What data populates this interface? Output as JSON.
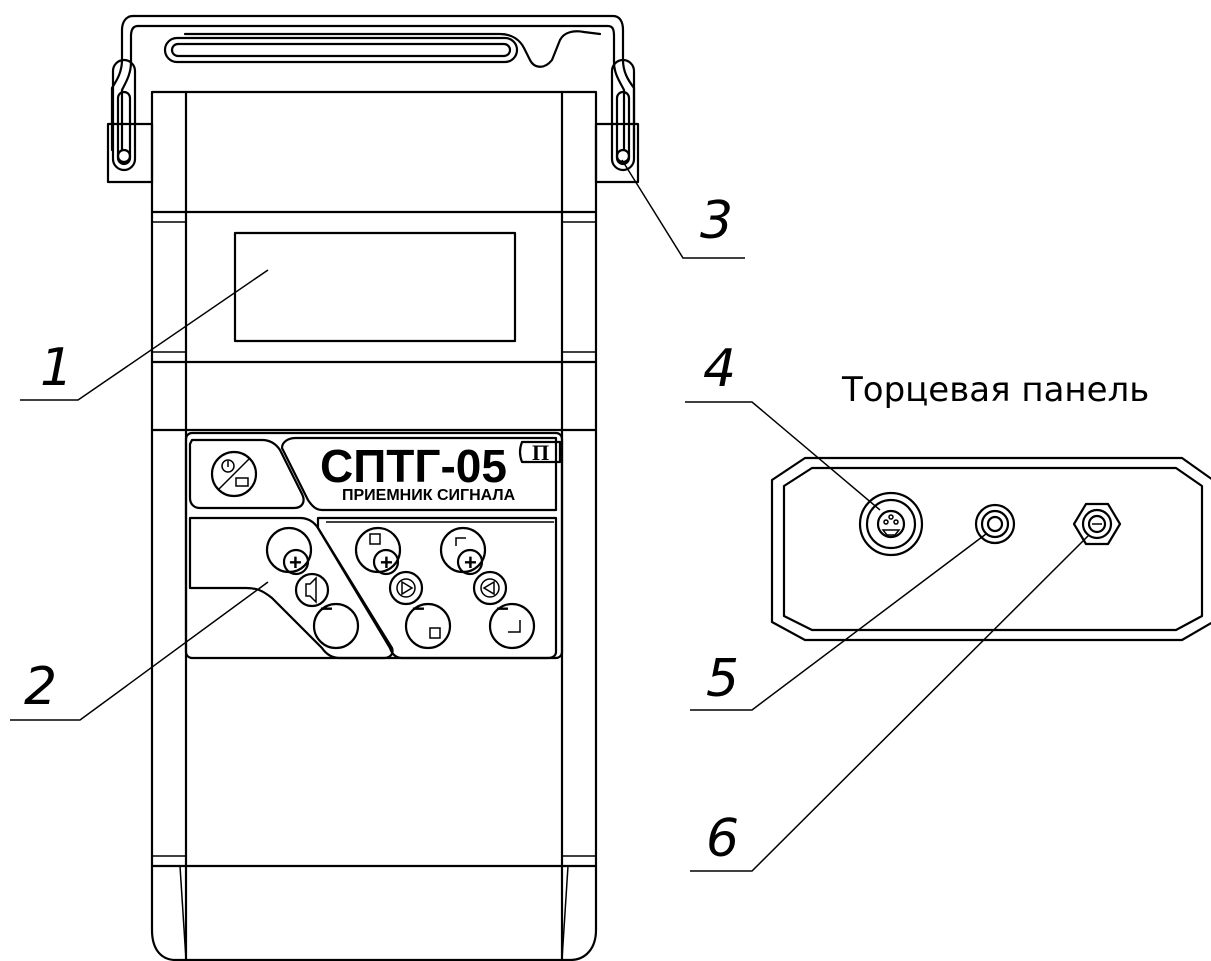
{
  "device": {
    "model": "СПТГ-05",
    "subtitle": "ПРИЕМНИК СИГНАЛА",
    "logo": "П"
  },
  "end_panel": {
    "title": "Торцевая панель"
  },
  "callouts": [
    "1",
    "2",
    "3",
    "4",
    "5",
    "6"
  ],
  "key_signs": {
    "plus": "+",
    "minus": "−"
  }
}
